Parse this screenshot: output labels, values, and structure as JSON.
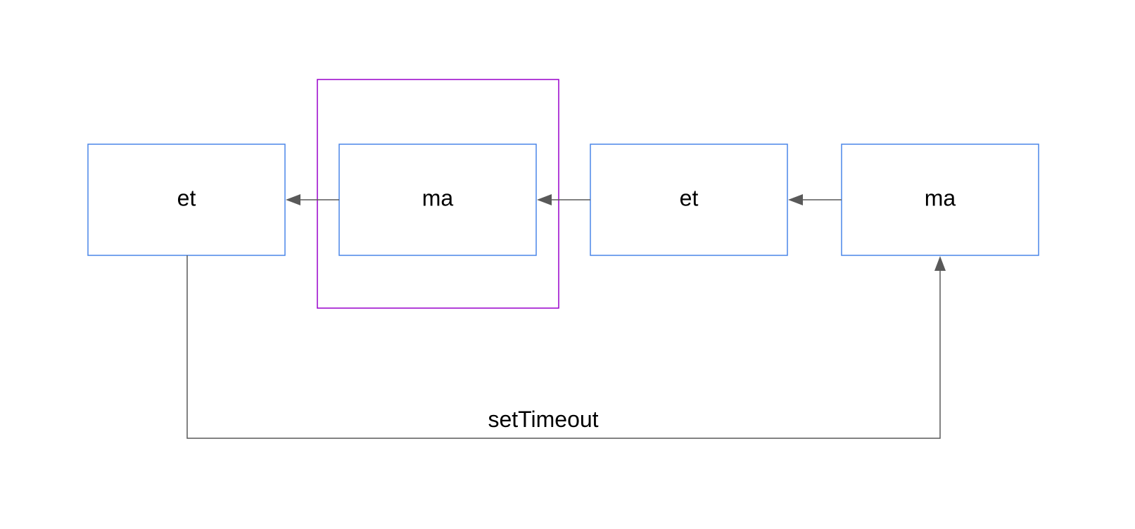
{
  "diagram": {
    "nodes": [
      {
        "id": "n1",
        "label": "et"
      },
      {
        "id": "n2",
        "label": "ma"
      },
      {
        "id": "n3",
        "label": "et"
      },
      {
        "id": "n4",
        "label": "ma"
      }
    ],
    "groups": [
      {
        "id": "g1",
        "contains": [
          "n2"
        ],
        "color": "#9900cc"
      }
    ],
    "edges": [
      {
        "from": "n2",
        "to": "n1",
        "label": ""
      },
      {
        "from": "n3",
        "to": "n2",
        "label": ""
      },
      {
        "from": "n4",
        "to": "n3",
        "label": ""
      },
      {
        "from": "n1",
        "to": "n4",
        "label": "setTimeout"
      }
    ],
    "colors": {
      "node_border": "#4a86e8",
      "group_border": "#9900cc",
      "edge": "#595959",
      "text": "#000000"
    }
  }
}
